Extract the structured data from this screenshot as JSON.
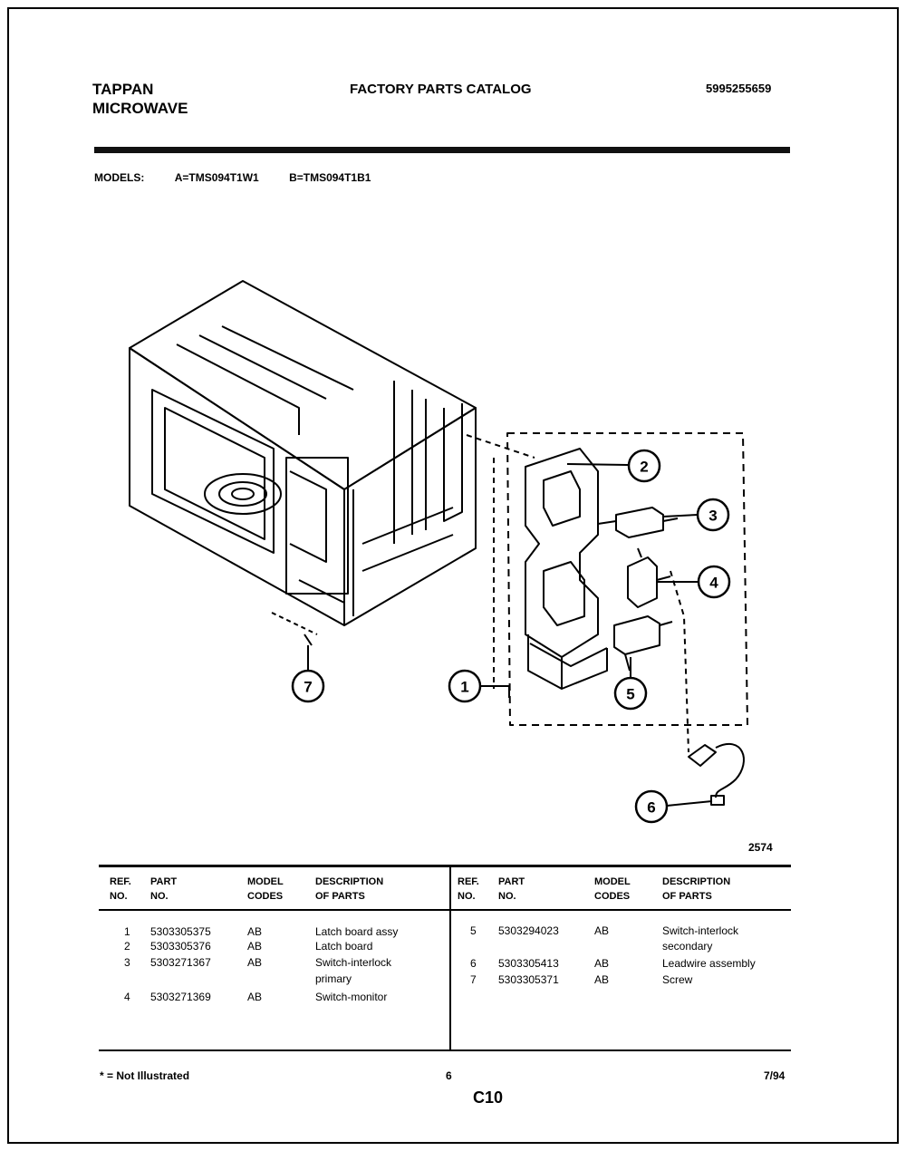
{
  "header": {
    "brand_line1": "TAPPAN",
    "brand_line2": "MICROWAVE",
    "catalog_title": "FACTORY PARTS CATALOG",
    "catalog_number": "5995255659"
  },
  "models": {
    "label": "MODELS:",
    "model_a": "A=TMS094T1W1",
    "model_b": "B=TMS094T1B1"
  },
  "figure": {
    "number": "2574",
    "callouts": [
      "1",
      "2",
      "3",
      "4",
      "5",
      "6",
      "7"
    ]
  },
  "table": {
    "headers": {
      "ref": "REF.",
      "ref2": "NO.",
      "part": "PART",
      "part2": "NO.",
      "model": "MODEL",
      "model2": "CODES",
      "desc": "DESCRIPTION",
      "desc2": "OF PARTS"
    },
    "left_rows": [
      {
        "ref": "1",
        "part": "5303305375",
        "code": "AB",
        "desc": "Latch board assy",
        "desc2": ""
      },
      {
        "ref": "2",
        "part": "5303305376",
        "code": "AB",
        "desc": "Latch board",
        "desc2": ""
      },
      {
        "ref": "3",
        "part": "5303271367",
        "code": "AB",
        "desc": "Switch-interlock",
        "desc2": "primary"
      },
      {
        "ref": "4",
        "part": "5303271369",
        "code": "AB",
        "desc": "Switch-monitor",
        "desc2": ""
      }
    ],
    "right_rows": [
      {
        "ref": "5",
        "part": "5303294023",
        "code": "AB",
        "desc": "Switch-interlock",
        "desc2": "secondary"
      },
      {
        "ref": "6",
        "part": "5303305413",
        "code": "AB",
        "desc": "Leadwire assembly",
        "desc2": ""
      },
      {
        "ref": "7",
        "part": "5303305371",
        "code": "AB",
        "desc": "Screw",
        "desc2": ""
      }
    ]
  },
  "footer": {
    "note": "* = Not Illustrated",
    "page": "6",
    "date": "7/94",
    "page_code": "C10"
  }
}
